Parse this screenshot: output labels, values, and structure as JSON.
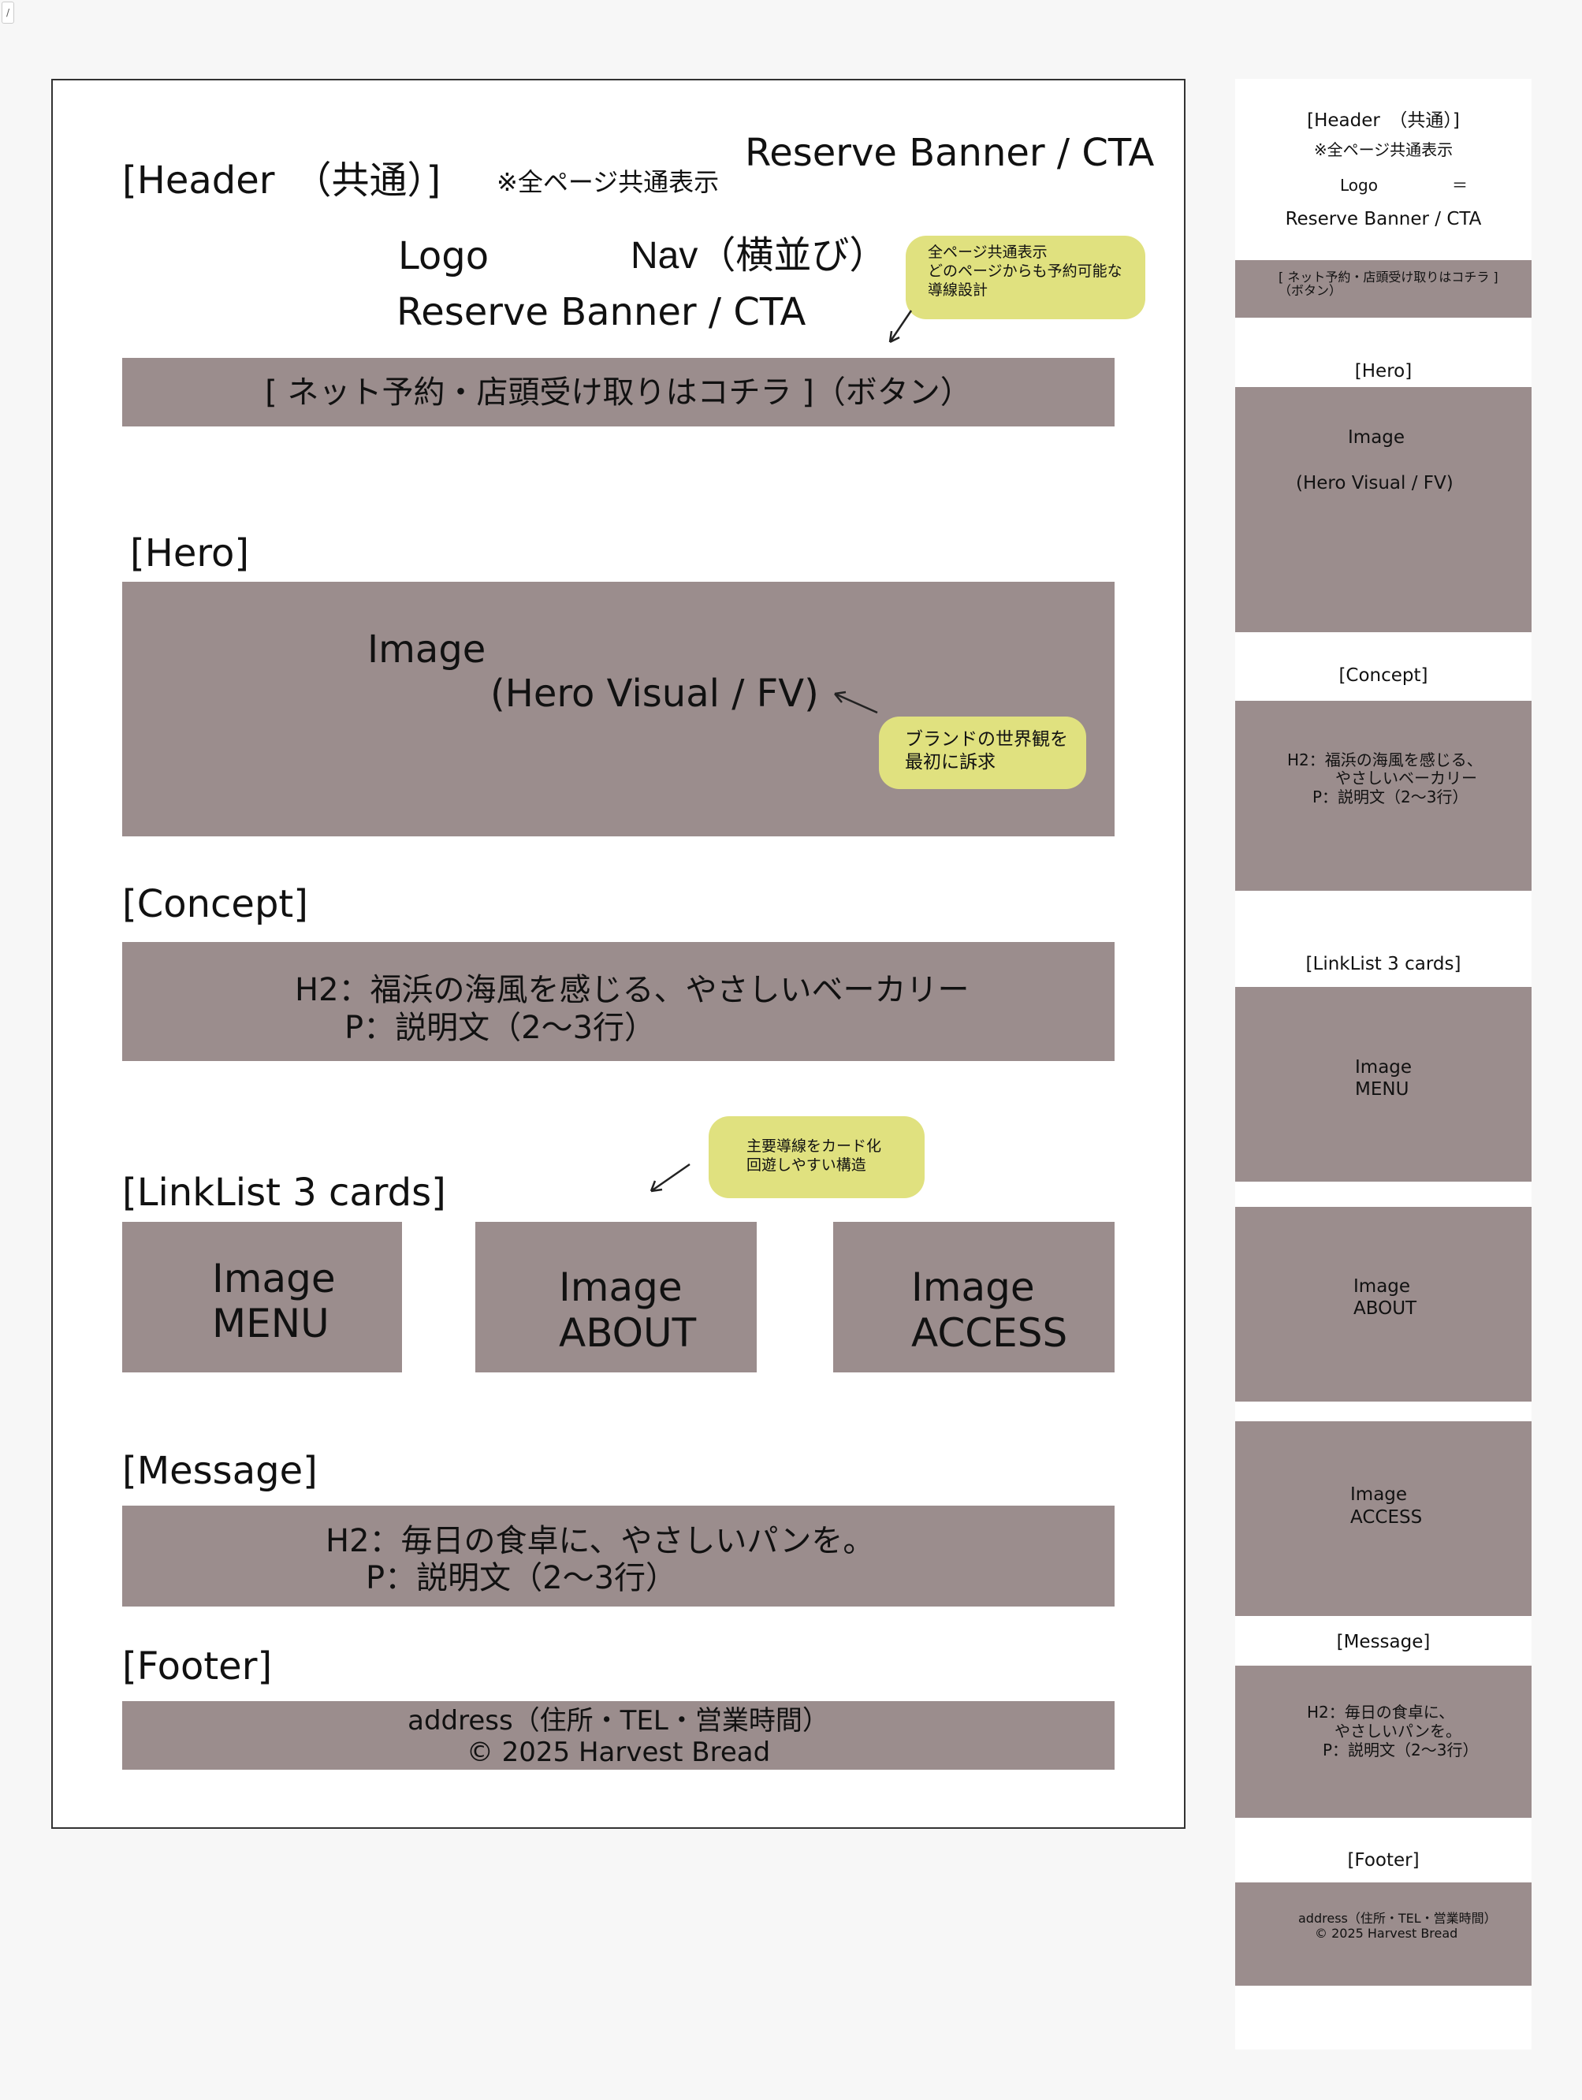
{
  "corner_tab": "/",
  "desktop": {
    "header": {
      "title": "[Header　（共通）]",
      "note": "※全ページ共通表示",
      "reserve_top": "Reserve Banner / CTA",
      "logo": "Logo",
      "nav": "Nav（横並び）",
      "reserve": "Reserve Banner / CTA",
      "cta_button": "[ ネット予約・店頭受け取りはコチラ ]（ボタン）",
      "callout": "全ページ共通表示\nどのページからも予約可能な\n導線設計"
    },
    "hero": {
      "label": "[Hero]",
      "image": "Image",
      "caption": "(Hero Visual / FV)",
      "callout": "ブランドの世界観を\n最初に訴求"
    },
    "concept": {
      "label": "[Concept]",
      "h2": "H2：福浜の海風を感じる、やさしいベーカリー",
      "p": "P：説明文（2〜3行）"
    },
    "linklist": {
      "label": "[LinkList 3 cards]",
      "callout": "主要導線をカード化\n回遊しやすい構造",
      "cards": [
        {
          "image": "Image",
          "title": "MENU"
        },
        {
          "image": "Image",
          "title": "ABOUT"
        },
        {
          "image": "Image",
          "title": "ACCESS"
        }
      ]
    },
    "message": {
      "label": "[Message]",
      "h2": "H2：毎日の食卓に、やさしいパンを。",
      "p": "P：説明文（2〜3行）"
    },
    "footer": {
      "label": "[Footer]",
      "address": "address（住所・TEL・営業時間）",
      "copyright": "© 2025 Harvest Bread"
    }
  },
  "mobile": {
    "header": {
      "title": "[Header　（共通）]",
      "note": "※全ページ共通表示",
      "logo": "Logo",
      "menu_icon": "＝",
      "reserve": "Reserve Banner / CTA",
      "cta_line1": "[ ネット予約・店頭受け取りはコチラ ]",
      "cta_line2": "（ボタン）"
    },
    "hero": {
      "label": "[Hero]",
      "image": "Image",
      "caption": "(Hero Visual / FV)"
    },
    "concept": {
      "label": "[Concept]",
      "line1": "H2：福浜の海風を感じる、",
      "line2": "やさしいベーカリー",
      "line3": "P：説明文（2〜3行）"
    },
    "linklist": {
      "label": "[LinkList 3 cards]",
      "cards": [
        {
          "image": "Image",
          "title": "MENU"
        },
        {
          "image": "Image",
          "title": "ABOUT"
        },
        {
          "image": "Image",
          "title": "ACCESS"
        }
      ]
    },
    "message": {
      "label": "[Message]",
      "line1": "H2：毎日の食卓に、",
      "line2": "やさしいパンを。",
      "line3": "P：説明文（2〜3行）"
    },
    "footer": {
      "label": "[Footer]",
      "address": "address（住所・TEL・営業時間）",
      "copyright": "© 2025 Harvest Bread"
    }
  },
  "colors": {
    "background": "#f7f7f7",
    "placeholder": "#9b8d8d",
    "callout": "#e0e17f"
  }
}
